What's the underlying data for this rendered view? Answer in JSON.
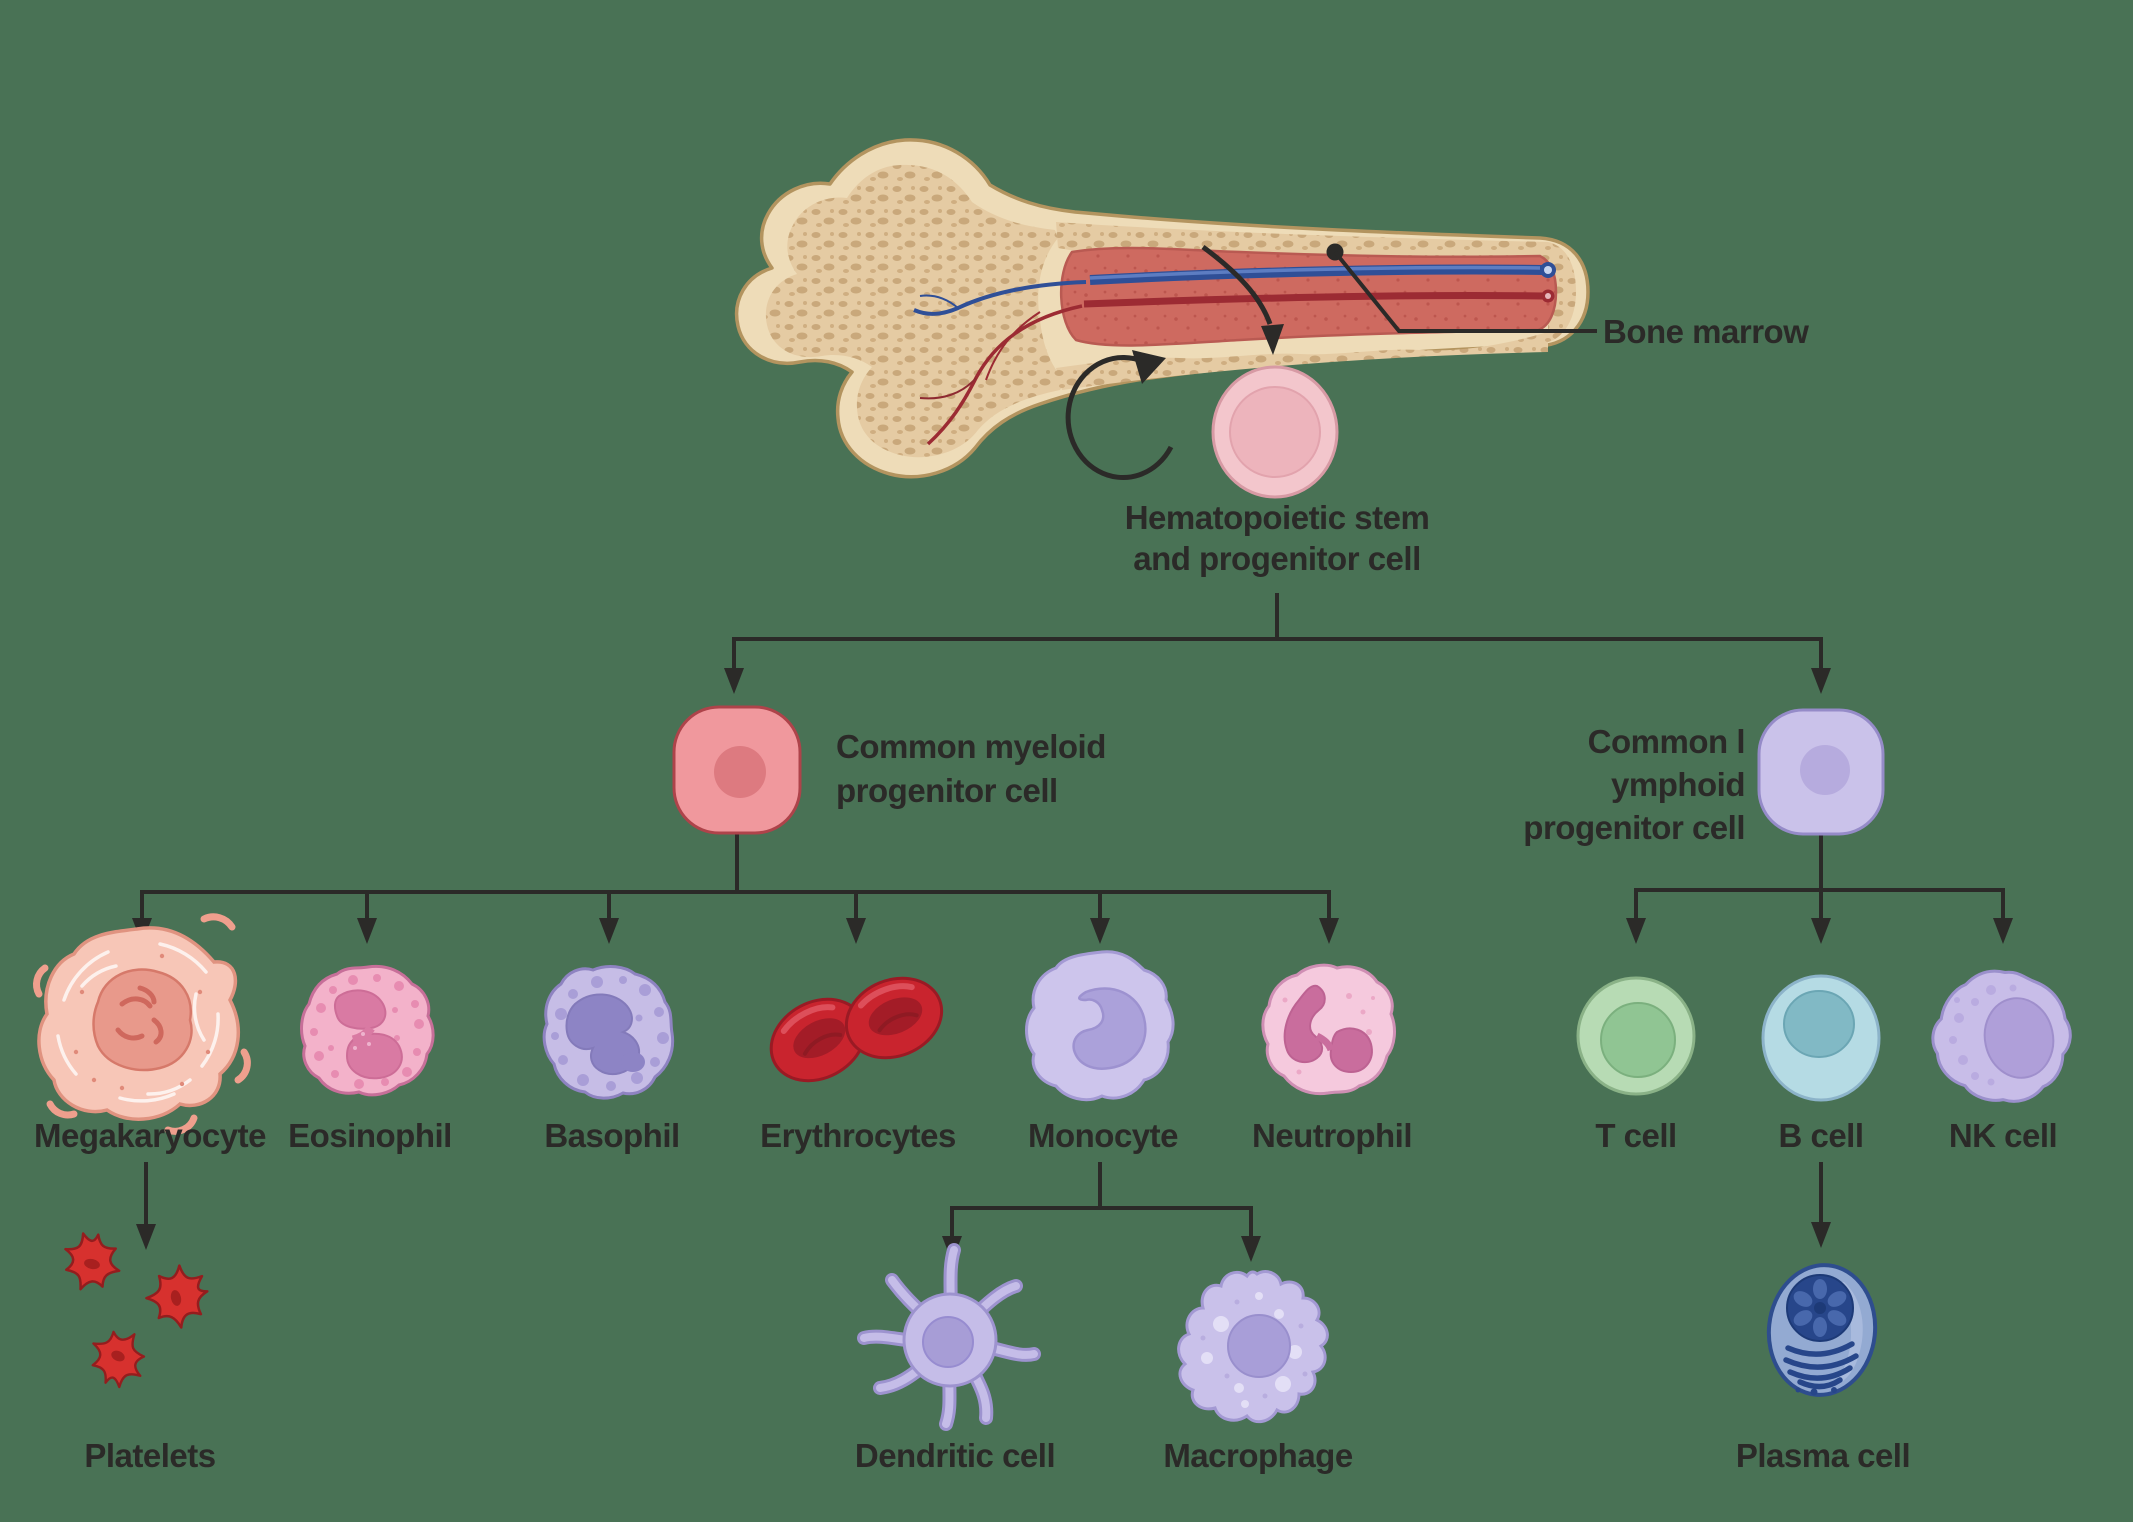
{
  "colors": {
    "background": "#497255",
    "line": "#2b2a28",
    "text": "#2b2a28",
    "bone_cortical": "#eedcb8",
    "bone_border": "#b3945f",
    "bone_spongy": "#e5cba3",
    "bone_speckle": "#c9a87b",
    "marrow": "#ce6a60",
    "artery": "#9c2b33",
    "vein": "#2f4f97"
  },
  "cell_colors": {
    "hsc_body": "#f3c6cc",
    "hsc_nucleus": "#edb4bc",
    "myeloid_body": "#f0989d",
    "myeloid_nucleus": "#dd7a80",
    "lymphoid_body": "#cac2ea",
    "lymphoid_nucleus": "#b6abde",
    "megakaryocyte_body": "#f7c6b7",
    "megakaryocyte_nucleus": "#e8998b",
    "eosinophil_body": "#f3b2ca",
    "eosinophil_nucleus": "#d97aa3",
    "basophil_body": "#c6bde6",
    "basophil_nucleus": "#8d84c5",
    "erythrocyte_body": "#c9242e",
    "erythrocyte_inner": "#a31c27",
    "monocyte_body": "#cdc5ec",
    "monocyte_nucleus": "#aba1da",
    "neutrophil_body": "#f5c9dd",
    "neutrophil_nucleus": "#c96d9d",
    "tcell_body": "#b7dbb4",
    "tcell_nucleus": "#90c593",
    "bcell_body": "#b5dbe4",
    "bcell_nucleus": "#81b9c5",
    "nkcell_body": "#c8bde8",
    "nkcell_nucleus": "#af9fd9",
    "dendritic_body": "#c5bde8",
    "dendritic_nucleus": "#a79dd6",
    "macrophage_body": "#c9c1ea",
    "macrophage_nucleus": "#a89ed8",
    "plasma_body": "#93aad2",
    "plasma_nucleus": "#27468a",
    "platelet": "#d7312e"
  },
  "bone": {
    "label": "Bone marrow"
  },
  "hsc": {
    "line1": "Hematopoietic stem",
    "line2": "and progenitor cell"
  },
  "myeloid_progenitor": {
    "line1": "Common myeloid",
    "line2": "progenitor cell"
  },
  "lymphoid_progenitor": {
    "line1": "Common l",
    "line2": "ymphoid",
    "line3": "progenitor cell"
  },
  "myeloid_children": [
    {
      "name": "Megakaryocyte"
    },
    {
      "name": "Eosinophil"
    },
    {
      "name": "Basophil"
    },
    {
      "name": "Erythrocytes"
    },
    {
      "name": "Monocyte"
    },
    {
      "name": "Neutrophil"
    }
  ],
  "lymphoid_children": [
    {
      "name": "T cell"
    },
    {
      "name": "B cell"
    },
    {
      "name": "NK cell"
    }
  ],
  "megakaryocyte_child": {
    "name": "Platelets"
  },
  "monocyte_children": [
    {
      "name": "Dendritic cell"
    },
    {
      "name": "Macrophage"
    }
  ],
  "bcell_child": {
    "name": "Plasma cell"
  }
}
